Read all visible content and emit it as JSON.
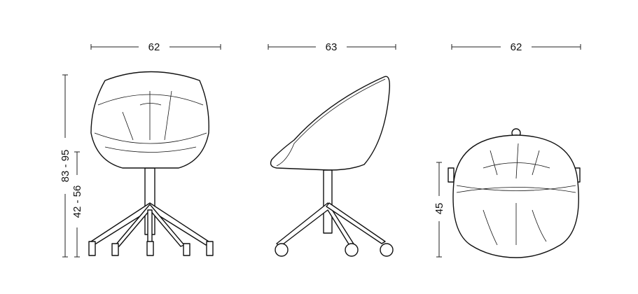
{
  "dimensions": {
    "front_width": "62",
    "side_depth": "63",
    "top_width": "62",
    "total_height": "83 - 95",
    "seat_height": "42 - 56",
    "top_depth": "45"
  },
  "colors": {
    "line": "#111111",
    "background": "#ffffff"
  }
}
